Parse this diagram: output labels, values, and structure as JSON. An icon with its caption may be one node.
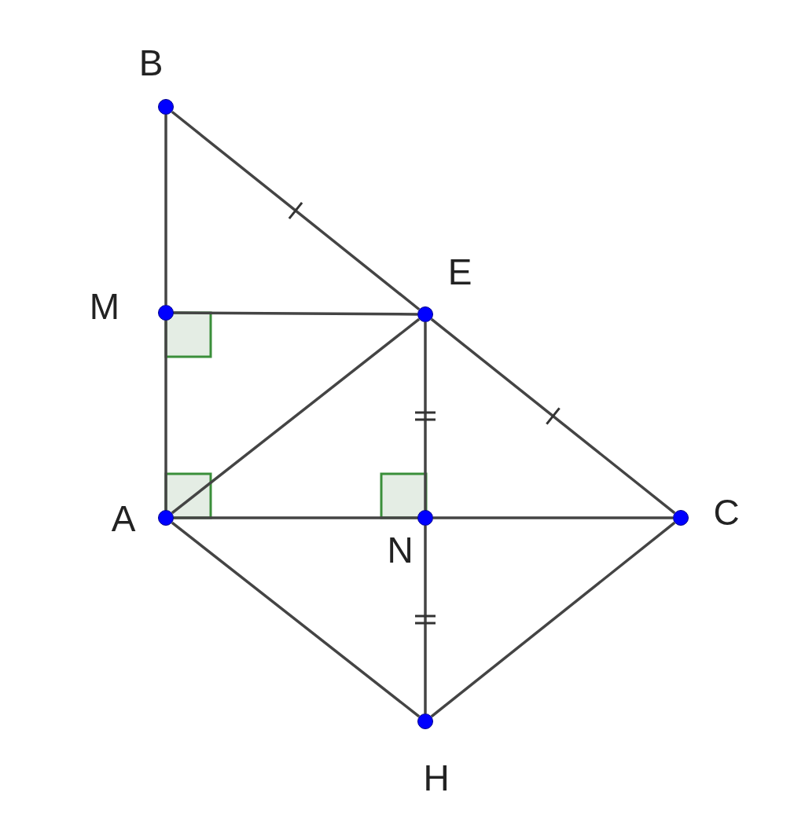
{
  "diagram": {
    "nodes": [
      {
        "text": [],
        "shape": "circle",
        "beside": [
          "B"
        ]
      },
      {
        "text": [],
        "shape": "circle",
        "beside": [
          "M"
        ]
      },
      {
        "text": [],
        "shape": "circle",
        "beside": [
          "E"
        ]
      },
      {
        "text": [],
        "shape": "circle",
        "beside": [
          "A"
        ]
      },
      {
        "text": [],
        "shape": "circle",
        "beside": [
          "N"
        ]
      },
      {
        "text": [],
        "shape": "circle",
        "beside": [
          "C"
        ]
      },
      {
        "text": [],
        "shape": "circle",
        "beside": [
          "H"
        ]
      }
    ],
    "edges": [
      {
        "from": 0,
        "to": 1,
        "arrow": "none"
      },
      {
        "from": 1,
        "to": 3,
        "arrow": "none"
      },
      {
        "from": 0,
        "to": 2,
        "arrow": "none"
      },
      {
        "from": 2,
        "to": 5,
        "arrow": "none"
      },
      {
        "from": 1,
        "to": 2,
        "arrow": "none"
      },
      {
        "from": 3,
        "to": 2,
        "arrow": "none"
      },
      {
        "from": 2,
        "to": 4,
        "arrow": "none"
      },
      {
        "from": 4,
        "to": 6,
        "arrow": "none"
      },
      {
        "from": 3,
        "to": 4,
        "arrow": "none"
      },
      {
        "from": 4,
        "to": 5,
        "arrow": "none"
      },
      {
        "from": 3,
        "to": 6,
        "arrow": "none"
      },
      {
        "from": 6,
        "to": 5,
        "arrow": "none"
      }
    ]
  }
}
